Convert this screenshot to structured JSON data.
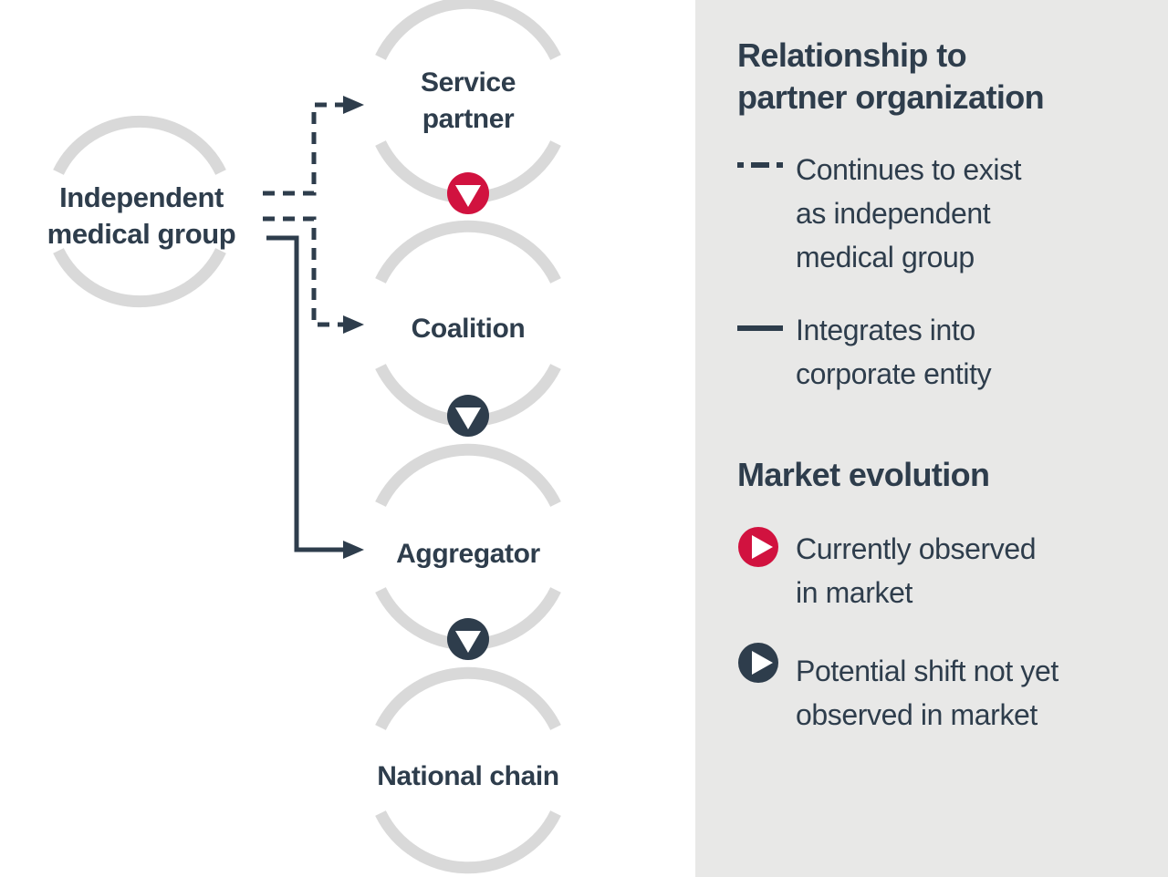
{
  "colors": {
    "ink": "#2e3d4c",
    "red": "#d1123f",
    "arc_gray": "#d9d9d9",
    "panel_bg": "#e8e8e7",
    "white": "#ffffff"
  },
  "diagram": {
    "source": {
      "lines": [
        "Independent",
        "medical group"
      ]
    },
    "nodes": [
      {
        "id": "service-partner",
        "lines": [
          "Service",
          "partner"
        ]
      },
      {
        "id": "coalition",
        "lines": [
          "Coalition"
        ]
      },
      {
        "id": "aggregator",
        "lines": [
          "Aggregator"
        ]
      },
      {
        "id": "national-chain",
        "lines": [
          "National chain"
        ]
      }
    ],
    "markers": [
      {
        "between": "service-partner and coalition",
        "icon": "down-triangle",
        "status": "currently-observed",
        "color": "#d1123f"
      },
      {
        "between": "coalition and aggregator",
        "icon": "down-triangle",
        "status": "potential-shift",
        "color": "#2e3d4c"
      },
      {
        "between": "aggregator and national-chain",
        "icon": "down-triangle",
        "status": "potential-shift",
        "color": "#2e3d4c"
      }
    ],
    "connectors": [
      {
        "to": "service-partner",
        "style": "dashed"
      },
      {
        "to": "coalition",
        "style": "dashed"
      },
      {
        "to": "aggregator",
        "style": "solid"
      }
    ]
  },
  "legend": {
    "relationship": {
      "title_lines": [
        "Relationship to",
        "partner organization"
      ],
      "items": [
        {
          "swatch": "dashed-line",
          "lines": [
            "Continues to exist",
            "as independent",
            "medical group"
          ]
        },
        {
          "swatch": "solid-line",
          "lines": [
            "Integrates into",
            "corporate entity"
          ]
        }
      ]
    },
    "market": {
      "title": "Market evolution",
      "items": [
        {
          "swatch": "red-play-circle",
          "lines": [
            "Currently observed",
            "in market"
          ]
        },
        {
          "swatch": "dark-play-circle",
          "lines": [
            "Potential shift not yet",
            "observed in market"
          ]
        }
      ]
    }
  }
}
